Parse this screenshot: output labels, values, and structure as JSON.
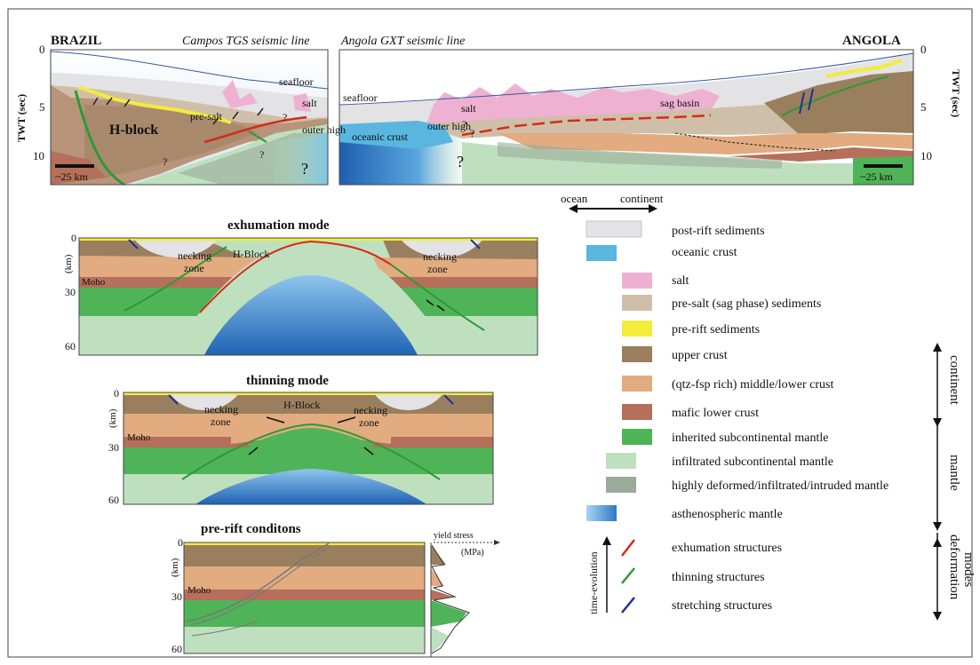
{
  "top": {
    "left_country": "BRAZIL",
    "left_line": "Campos TGS seismic line",
    "right_line": "Angola GXT seismic line",
    "right_country": "ANGOLA",
    "axis_label": "TWT (sec)",
    "ticks": [
      "0",
      "5",
      "10"
    ],
    "scale_bar": "~25 km",
    "labels": {
      "seafloor": "seafloor",
      "salt": "salt",
      "pre_salt": "pre-salt",
      "h_block": "H-block",
      "outer_high": "outer high",
      "question": "?",
      "oceanic_crust": "oceanic crust",
      "sag_basin": "sag basin"
    }
  },
  "orientation": {
    "ocean": "ocean",
    "continent": "continent"
  },
  "sections": {
    "exhumation": {
      "title": "exhumation mode",
      "ticks": [
        "0",
        "30",
        "60"
      ],
      "unit": "(km)",
      "moho": "Moho",
      "necking": "necking",
      "zone": "zone",
      "hblock": "H-Block"
    },
    "thinning": {
      "title": "thinning mode",
      "ticks": [
        "0",
        "30",
        "60"
      ],
      "unit": "(km)",
      "moho": "Moho",
      "necking": "necking",
      "zone": "zone",
      "hblock": "H-Block"
    },
    "prerift": {
      "title": "pre-rift conditons",
      "ticks": [
        "0",
        "30",
        "60"
      ],
      "unit": "(km)",
      "moho": "Moho",
      "yield": "yield stress",
      "mpa": "(MPa)"
    }
  },
  "legend": [
    {
      "label": "post-rift sediments",
      "color": "#e3e3e6"
    },
    {
      "label": "oceanic crust",
      "color": "#58b6df"
    },
    {
      "label": "salt",
      "color": "#eeb1d2"
    },
    {
      "label": "pre-salt (sag phase) sediments",
      "color": "#cfbfa8"
    },
    {
      "label": "pre-rift sediments",
      "color": "#f2ec3a"
    },
    {
      "label": "upper crust",
      "color": "#9a7f5e"
    },
    {
      "label": "(qtz-fsp rich) middle/lower crust",
      "color": "#e2ab80"
    },
    {
      "label": "mafic lower crust",
      "color": "#b56f5a"
    },
    {
      "label": "inherited subcontinental mantle",
      "color": "#4fb357"
    },
    {
      "label": "infiltrated subcontinental mantle",
      "color": "#bfe0bf"
    },
    {
      "label": "highly deformed/infiltrated/intruded mantle",
      "color": "#9aab9a"
    },
    {
      "label": "asthenospheric mantle",
      "color": "#3d8ed1"
    }
  ],
  "structures": [
    {
      "label": "exhumation structures",
      "color": "#d62a1c"
    },
    {
      "label": "thinning structures",
      "color": "#2c9a35"
    },
    {
      "label": "stretching structures",
      "color": "#1f2f9a"
    }
  ],
  "time_evolution": "time-evolution",
  "brackets": {
    "continent": "continent",
    "mantle": "mantle",
    "deformation": "deformation",
    "modes": "modes"
  }
}
